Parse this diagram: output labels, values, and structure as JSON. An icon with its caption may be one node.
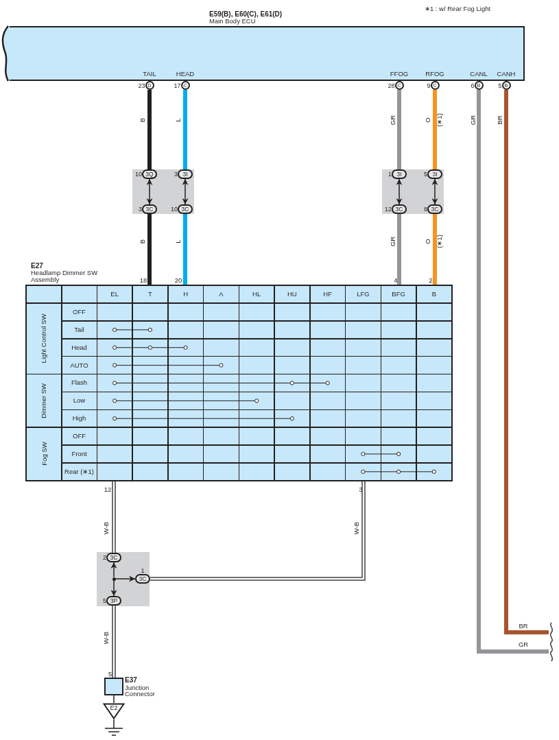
{
  "diagram": {
    "nodes": [
      {
        "text": [
          "E59(B), E60(C), E61(D)",
          "Main Body ECU"
        ]
      },
      {
        "text": [
          "D"
        ],
        "beside": [
          "23"
        ]
      },
      {
        "text": [
          "C"
        ],
        "beside": [
          "17"
        ]
      },
      {
        "text": [
          "C"
        ],
        "beside": [
          "28"
        ]
      },
      {
        "text": [
          "C"
        ],
        "beside": [
          "9"
        ]
      },
      {
        "text": [
          "B"
        ],
        "beside": [
          "6"
        ]
      },
      {
        "text": [
          "B"
        ],
        "beside": [
          "5"
        ]
      },
      {
        "text": [],
        "shape": "box"
      },
      {
        "text": [
          "3Q"
        ],
        "beside": [
          "10"
        ],
        "in": 7
      },
      {
        "text": [
          "3I"
        ],
        "beside": [
          "3"
        ],
        "in": 7
      },
      {
        "text": [
          "3C"
        ],
        "beside": [
          "3"
        ],
        "in": 7
      },
      {
        "text": [
          "3C"
        ],
        "beside": [
          "10"
        ],
        "in": 7
      },
      {
        "text": [],
        "shape": "box"
      },
      {
        "text": [
          "3I"
        ],
        "beside": [
          "1"
        ],
        "in": 12
      },
      {
        "text": [
          "3I"
        ],
        "beside": [
          "5"
        ],
        "in": 12
      },
      {
        "text": [
          "3C"
        ],
        "beside": [
          "12"
        ],
        "in": 12
      },
      {
        "text": [
          "3C"
        ],
        "beside": [
          "8"
        ],
        "in": 12
      },
      {
        "text": [
          "E27",
          "Headlamp Dimmer SW Assembly"
        ],
        "beside": [
          "18",
          "20",
          "4",
          "2",
          "12",
          "3"
        ]
      },
      {
        "text": [],
        "shape": "box"
      },
      {
        "text": [
          "3C"
        ],
        "beside": [
          "2"
        ],
        "in": 18
      },
      {
        "text": [
          "3C"
        ],
        "beside": [
          "1"
        ],
        "in": 18
      },
      {
        "text": [
          "3P"
        ],
        "beside": [
          "5"
        ],
        "in": 18
      },
      {
        "text": [],
        "shape": "circle",
        "in": 18
      },
      {
        "text": [
          "E37",
          "Junction Connector"
        ],
        "beside": [
          "5"
        ]
      },
      {
        "text": [
          "E2"
        ]
      }
    ],
    "edges": [
      {
        "from": 1,
        "to": 8,
        "arrow": "none",
        "label": "B",
        "color": "#231f20"
      },
      {
        "from": 8,
        "to": 10,
        "arrow": "both"
      },
      {
        "from": 10,
        "to": 17,
        "arrow": "none",
        "label": "B",
        "color": "#231f20"
      },
      {
        "from": 2,
        "to": 9,
        "arrow": "none",
        "label": "L",
        "color": "#00aeef"
      },
      {
        "from": 9,
        "to": 11,
        "arrow": "both"
      },
      {
        "from": 11,
        "to": 17,
        "arrow": "none",
        "label": "L",
        "color": "#00aeef"
      },
      {
        "from": 3,
        "to": 13,
        "arrow": "none",
        "label": "GR",
        "color": "#939598"
      },
      {
        "from": 13,
        "to": 15,
        "arrow": "both"
      },
      {
        "from": 15,
        "to": 17,
        "arrow": "none",
        "label": "GR",
        "color": "#939598"
      },
      {
        "from": 4,
        "to": 14,
        "arrow": "none",
        "label": "O",
        "color": "#f7941d"
      },
      {
        "from": 14,
        "to": 16,
        "arrow": "both"
      },
      {
        "from": 16,
        "to": 17,
        "arrow": "none",
        "label": "O",
        "color": "#f7941d"
      },
      {
        "from": 5,
        "to": null,
        "arrow": "none",
        "label": "GR",
        "color": "#939598"
      },
      {
        "from": 6,
        "to": null,
        "arrow": "none",
        "label": "BR",
        "color": "#a9532f"
      },
      {
        "from": 17,
        "to": 19,
        "arrow": "none",
        "label": "W-B",
        "color": "#6d6e71"
      },
      {
        "from": 17,
        "to": 20,
        "arrow": "none",
        "label": "W-B",
        "color": "#6d6e71"
      },
      {
        "from": 22,
        "to": 19,
        "arrow": "to"
      },
      {
        "from": 22,
        "to": 20,
        "arrow": "to"
      },
      {
        "from": 22,
        "to": 21,
        "arrow": "to"
      },
      {
        "from": 21,
        "to": 23,
        "arrow": "none",
        "label": "W-B",
        "color": "#6d6e71"
      },
      {
        "from": 23,
        "to": 24,
        "arrow": "none"
      }
    ],
    "labels": [
      "∗1 : w/ Rear Fog Light",
      "TAIL",
      "HEAD",
      "FFOG",
      "RFOG",
      "CANL",
      "CANH",
      "(∗1)",
      "(∗1)",
      "EL",
      "T",
      "H",
      "A",
      "HL",
      "HU",
      "HF",
      "LFG",
      "BFG",
      "B",
      "Light Control SW",
      "OFF",
      "Tail",
      "Head",
      "AUTO",
      "Dimmer SW",
      "Flash",
      "Low",
      "High",
      "Fog SW",
      "OFF",
      "Front",
      "Rear (∗1)",
      "BR",
      "GR"
    ]
  }
}
